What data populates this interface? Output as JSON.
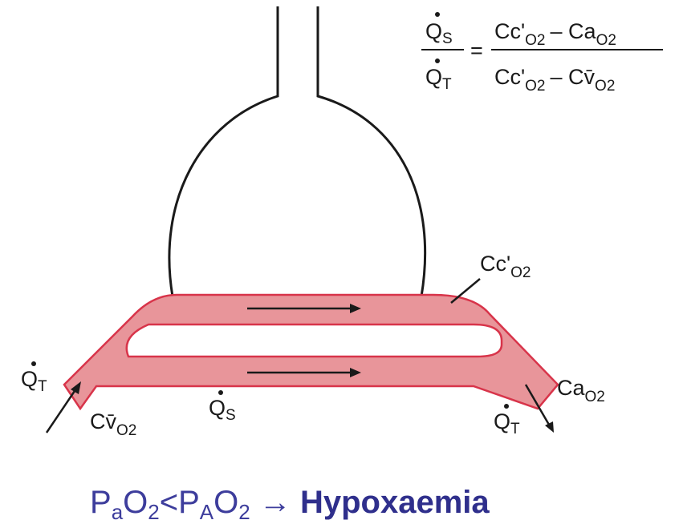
{
  "equation": {
    "lhs_num": "Q",
    "lhs_num_sub": "S",
    "lhs_den": "Q",
    "lhs_den_sub": "T",
    "equals": "=",
    "rhs_num_a": "Cc'",
    "rhs_num_a_sub": "O2",
    "rhs_num_minus": "– Ca",
    "rhs_num_b_sub": "O2",
    "rhs_den_a": "Cc'",
    "rhs_den_a_sub": "O2",
    "rhs_den_minus": "– Cv̄",
    "rhs_den_b_sub": "O2"
  },
  "labels": {
    "cc_o2": "Cc'",
    "cc_o2_sub": "O2",
    "qt_left": "Q",
    "qt_left_sub": "T",
    "cv_o2": "Cv̄",
    "cv_o2_sub": "O2",
    "qs": "Q",
    "qs_sub": "S",
    "ca_o2": "Ca",
    "ca_o2_sub": "O2",
    "qt_right": "Q",
    "qt_right_sub": "T"
  },
  "caption": {
    "p1": "P",
    "p1_sub": "a",
    "o1": "O",
    "o1_sub": "2",
    "lt": "<",
    "p2": "P",
    "p2_sub": "A",
    "o2": "O",
    "o2_sub": "2",
    "arrow": " → ",
    "result": "Hypoxaemia"
  },
  "colors": {
    "vessel_fill": "#e8959a",
    "vessel_stroke": "#d8344a",
    "line": "#1a1a1a",
    "caption": "#3d3d9c"
  }
}
